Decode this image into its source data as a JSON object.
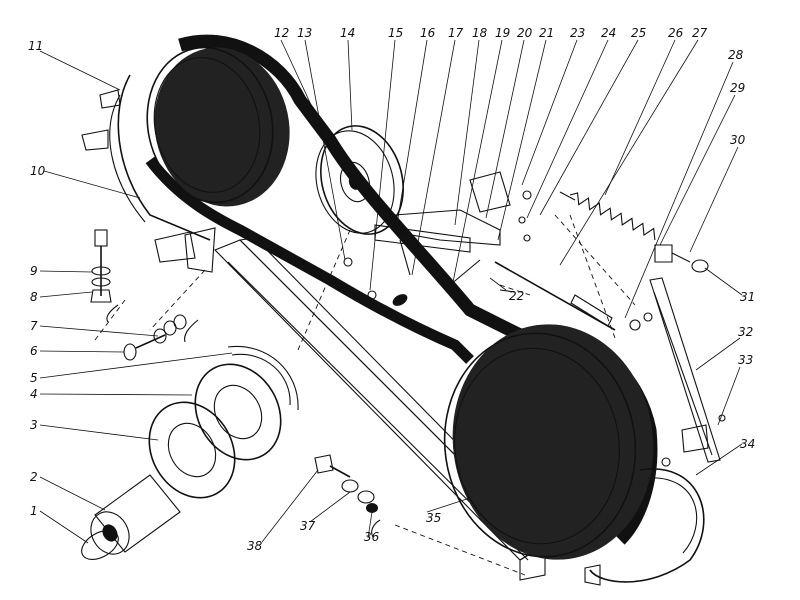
{
  "callouts": [
    {
      "id": "1",
      "label": "1"
    },
    {
      "id": "2",
      "label": "2"
    },
    {
      "id": "3",
      "label": "3"
    },
    {
      "id": "4",
      "label": "4"
    },
    {
      "id": "5",
      "label": "5"
    },
    {
      "id": "6",
      "label": "6"
    },
    {
      "id": "7",
      "label": "7"
    },
    {
      "id": "8",
      "label": "8"
    },
    {
      "id": "9",
      "label": "9"
    },
    {
      "id": "10",
      "label": "10"
    },
    {
      "id": "11",
      "label": "11"
    },
    {
      "id": "12",
      "label": "12"
    },
    {
      "id": "13",
      "label": "13"
    },
    {
      "id": "14",
      "label": "14"
    },
    {
      "id": "15",
      "label": "15"
    },
    {
      "id": "16",
      "label": "16"
    },
    {
      "id": "17",
      "label": "17"
    },
    {
      "id": "18",
      "label": "18"
    },
    {
      "id": "19",
      "label": "19"
    },
    {
      "id": "20",
      "label": "20"
    },
    {
      "id": "21",
      "label": "21"
    },
    {
      "id": "22",
      "label": "22"
    },
    {
      "id": "23",
      "label": "23"
    },
    {
      "id": "24",
      "label": "24"
    },
    {
      "id": "25",
      "label": "25"
    },
    {
      "id": "26",
      "label": "26"
    },
    {
      "id": "27",
      "label": "27"
    },
    {
      "id": "28",
      "label": "28"
    },
    {
      "id": "29",
      "label": "29"
    },
    {
      "id": "30",
      "label": "30"
    },
    {
      "id": "31",
      "label": "31"
    },
    {
      "id": "32",
      "label": "32"
    },
    {
      "id": "33",
      "label": "33"
    },
    {
      "id": "34",
      "label": "34"
    },
    {
      "id": "35",
      "label": "35"
    },
    {
      "id": "36",
      "label": "36"
    },
    {
      "id": "37",
      "label": "37"
    },
    {
      "id": "38",
      "label": "38"
    }
  ]
}
